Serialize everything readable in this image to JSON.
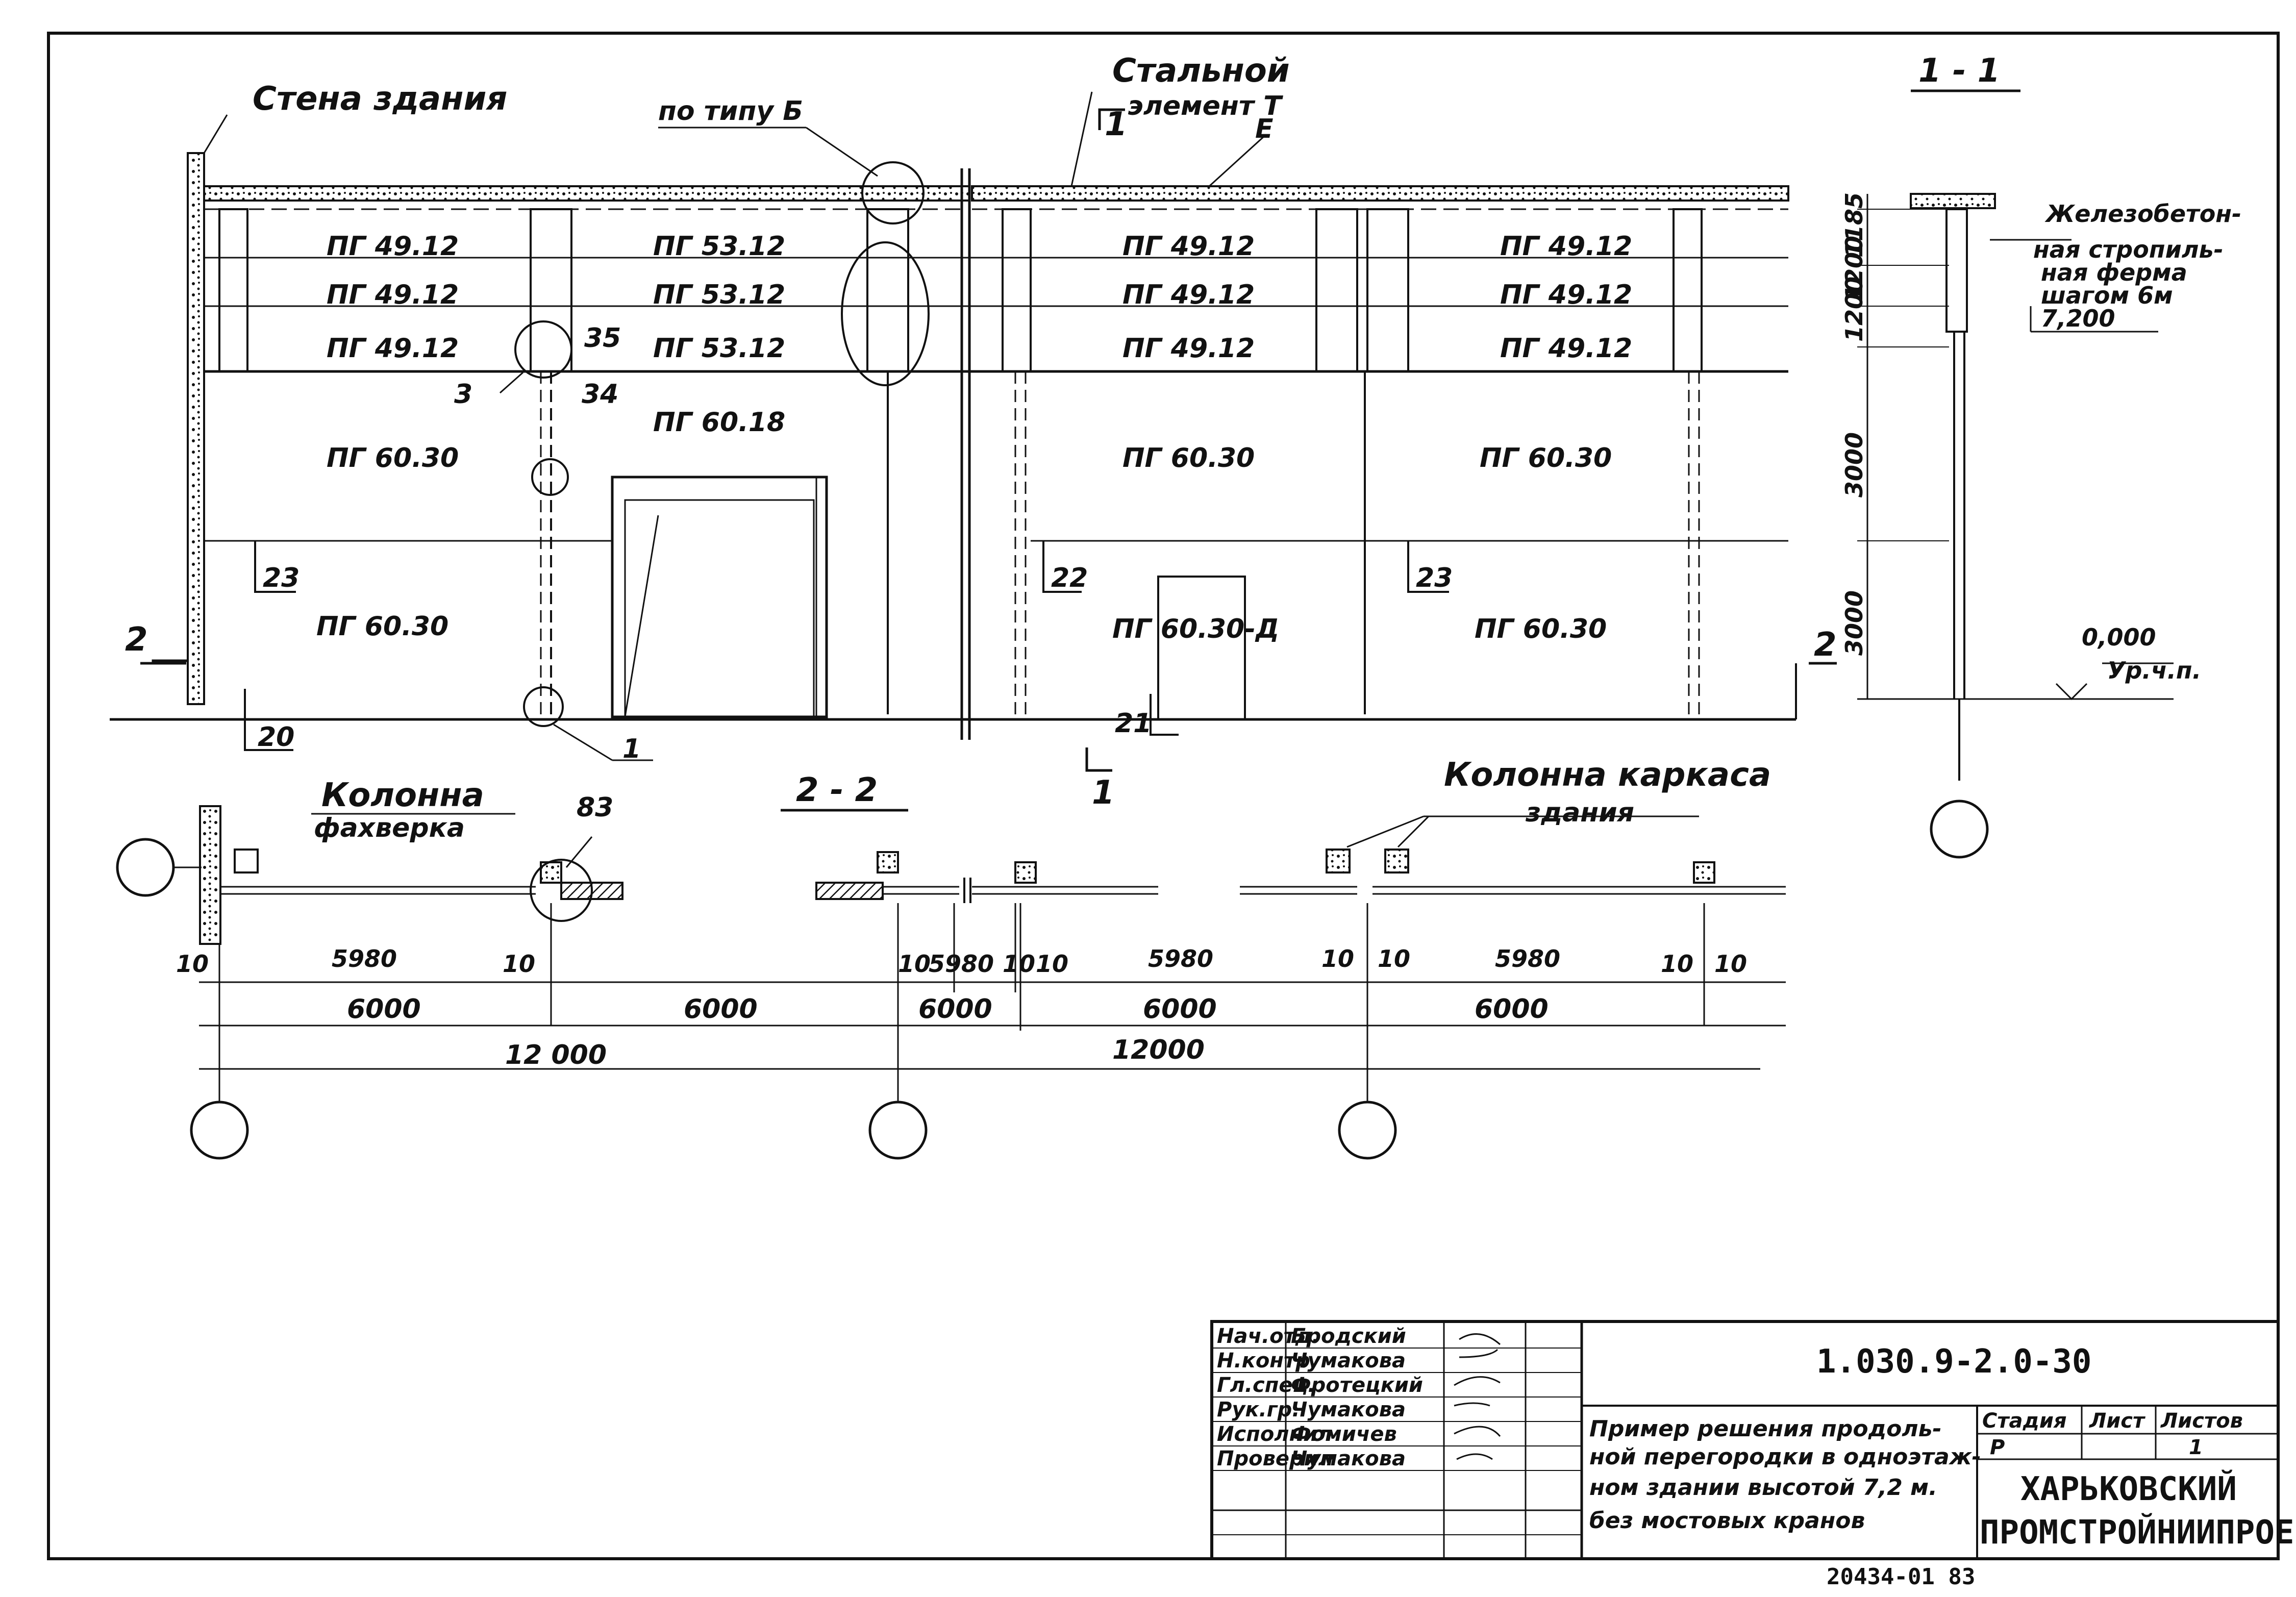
{
  "labels": {
    "wall": "Стена здания",
    "type_b": "по типу Б",
    "steel_1": "Стальной",
    "steel_2": "элемент Т",
    "steel_e": "Е",
    "section_11": "1 - 1",
    "section_22": "2 - 2",
    "truss_1": "Железобетон-",
    "truss_2": "ная стропиль-",
    "truss_3": "ная ферма",
    "truss_4": "шагом 6м",
    "level_720": "7,200",
    "level_000": "0,000",
    "level_floor": "Ур.ч.п.",
    "fakhverk_1": "Колонна",
    "fakhverk_2": "фахверка",
    "frame_1": "Колонна каркаса",
    "frame_2": "здания",
    "num_83": "83"
  },
  "panels": {
    "p1": "ПГ 49.12",
    "p2": "ПГ 49.12",
    "p3": "ПГ 49.12",
    "p4": "ПГ 53.12",
    "p5": "ПГ 53.12",
    "p6": "ПГ 53.12",
    "p7": "ПГ 49.12",
    "p8": "ПГ 49.12",
    "p9": "ПГ 49.12",
    "p10": "ПГ 49.12",
    "p11": "ПГ 49.12",
    "p12": "ПГ 49.12",
    "p13": "ПГ 60.30",
    "p14": "ПГ 60.18",
    "p15": "ПГ 60.30",
    "p16": "ПГ 60.30",
    "p17": "ПГ 60.30",
    "p18": "ПГ 60.30-Д",
    "p19": "ПГ 60.30"
  },
  "callouts": [
    "3",
    "35",
    "34",
    "1",
    "23",
    "20",
    "22",
    "21",
    "23",
    "2",
    "2",
    "1",
    "1"
  ],
  "dims": {
    "v1": "1185",
    "v2": "1200",
    "v3": "1200",
    "v4": "3000",
    "v5": "3000",
    "h10a": "10",
    "h5980a": "5980",
    "h10b": "10",
    "h10c": "10",
    "h5980b": "5980",
    "h10d": "10",
    "h10e": "10",
    "h5980c": "5980",
    "h10f": "10",
    "h10g": "10",
    "h5980d": "5980",
    "h10h": "10",
    "h10i": "10",
    "s6000a": "6000",
    "s6000b": "6000",
    "s6000c": "6000",
    "s6000d": "6000",
    "s6000e": "6000",
    "t12000a": "12 000",
    "t12000b": "12000"
  },
  "title_block": {
    "roles": [
      "Нач.отд.",
      "Н.контр.",
      "Гл.спец.",
      "Рук.гр.",
      "Исполнил",
      "Проверил"
    ],
    "names": [
      "Бродский",
      "Чумакова",
      "Фротецкий",
      "Чумакова",
      "Фомичев",
      "Чумакова"
    ],
    "code": "1.030.9-2.0-30",
    "desc": [
      "Пример решения продоль-",
      "ной перегородки в одноэтаж-",
      "ном здании высотой 7,2 м.",
      "без мостовых кранов"
    ],
    "h_stage": "Стадия",
    "h_sheet": "Лист",
    "h_sheets": "Листов",
    "stage": "Р",
    "sheet": "1",
    "org_1": "ХАРЬКОВСКИЙ",
    "org_2": "ПРОМСТРОЙНИИПРОЕКТ",
    "inv": "20434-01  83"
  }
}
